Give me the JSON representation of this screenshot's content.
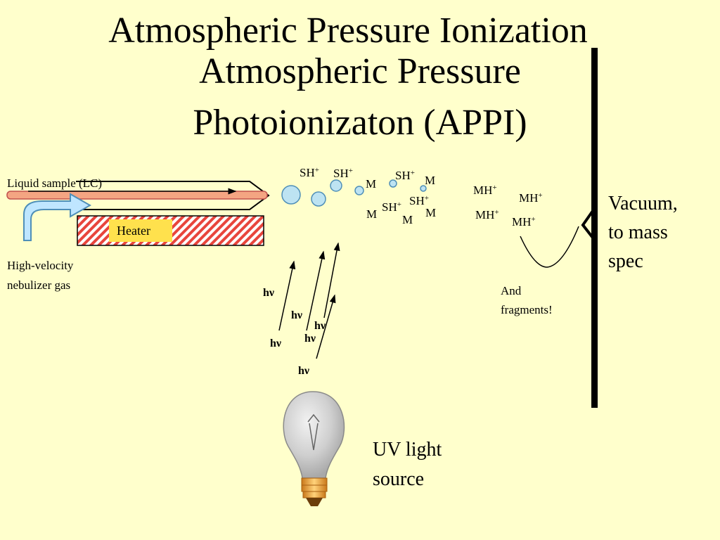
{
  "title": {
    "line1": "Atmospheric Pressure Ionization",
    "line2": "Atmospheric Pressure",
    "line3": "Photoionizaton (APPI)"
  },
  "labels": {
    "liquid_sample": "Liquid sample (LC)",
    "heater": "Heater",
    "nebulizer_line1": "High-velocity",
    "nebulizer_line2": "nebulizer gas",
    "fragments_line1": "And",
    "fragments_line2": "fragments!",
    "vacuum_line1": "Vacuum,",
    "vacuum_line2": "to mass",
    "vacuum_line3": "spec",
    "uv_line1": "UV light",
    "uv_line2": "source"
  },
  "species": {
    "sh": "SH",
    "m": "M",
    "mh": "MH",
    "plus": "+"
  },
  "photon": "hν",
  "colors": {
    "background": "#ffffcc",
    "tube_fill": "#f4a582",
    "tube_stroke": "#c0504d",
    "arrow_fill": "#bfe6ff",
    "arrow_stroke": "#4f8fb8",
    "droplet_fill": "#bde3f2",
    "heater_red": "#e8453c",
    "heater_yellow": "#ffe14d",
    "bulb_glass": "#c8c8c8",
    "bulb_base": "#f5a623"
  }
}
